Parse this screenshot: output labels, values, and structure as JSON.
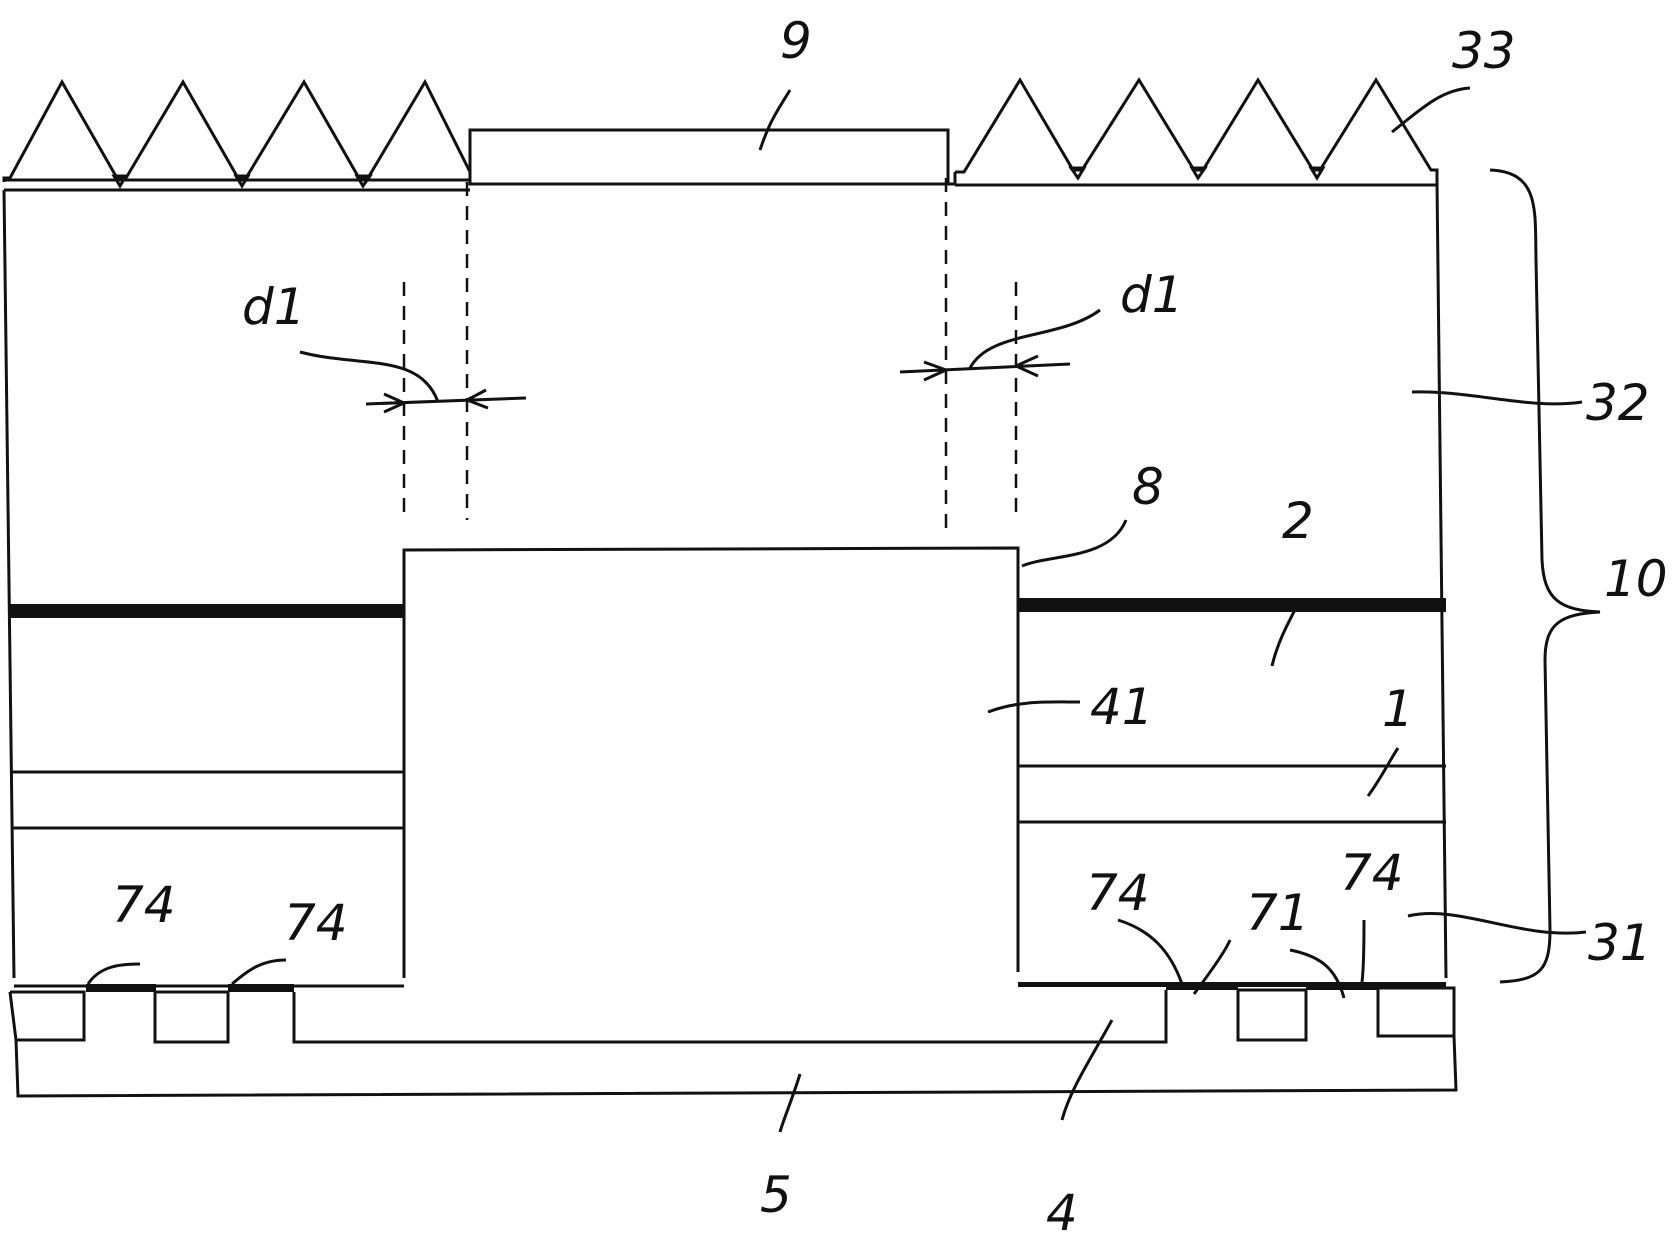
{
  "figure": {
    "labels": {
      "l9": "9",
      "l33": "33",
      "d1_left": "d1",
      "d1_right": "d1",
      "l32": "32",
      "l8": "8",
      "l2": "2",
      "l10": "10",
      "l41": "41",
      "l1": "1",
      "l74_a": "74",
      "l74_b": "74",
      "l74_c": "74",
      "l74_d": "74",
      "l71": "71",
      "l31": "31",
      "l5": "5",
      "l4": "4"
    },
    "colors": {
      "line": "#111111",
      "background": "#ffffff"
    }
  }
}
